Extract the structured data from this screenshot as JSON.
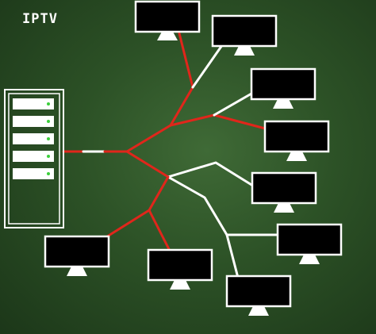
{
  "title": "IPTV",
  "colors": {
    "background": "#2c5126",
    "link_red": "#e0261b",
    "link_white": "#ffffff",
    "screen": "#000000",
    "frame": "#ffffff",
    "led": "#3ccf3c"
  },
  "server": {
    "icon": "server-rack-icon",
    "drive_bays": 5
  },
  "monitors": [
    {
      "id": "monitor-1",
      "icon": "monitor-icon"
    },
    {
      "id": "monitor-2",
      "icon": "monitor-icon"
    },
    {
      "id": "monitor-3",
      "icon": "monitor-icon"
    },
    {
      "id": "monitor-4",
      "icon": "monitor-icon"
    },
    {
      "id": "monitor-5",
      "icon": "monitor-icon"
    },
    {
      "id": "monitor-6",
      "icon": "monitor-icon"
    },
    {
      "id": "monitor-7",
      "icon": "monitor-icon"
    },
    {
      "id": "monitor-8",
      "icon": "monitor-icon"
    },
    {
      "id": "monitor-9",
      "icon": "monitor-icon"
    }
  ]
}
